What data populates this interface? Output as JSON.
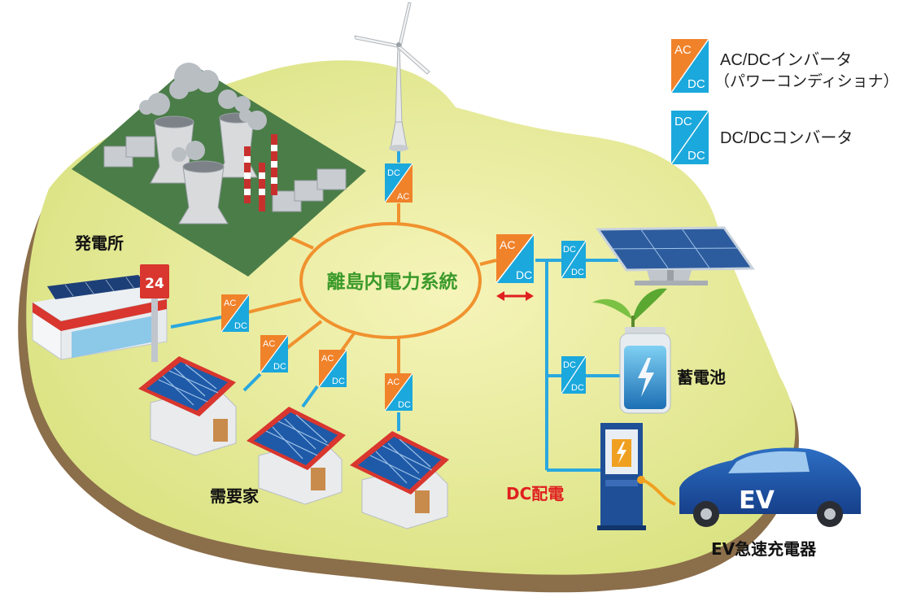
{
  "legend": {
    "inverter_title": "AC/DCインバータ",
    "inverter_sub": "（パワーコンディショナ）",
    "converter_title": "DC/DCコンバータ"
  },
  "badge": {
    "ac": "AC",
    "dc": "DC"
  },
  "labels": {
    "grid": "離島内電力系統",
    "power_plant": "発電所",
    "consumers": "需要家",
    "battery": "蓄電池",
    "dc_distribution": "DC配電",
    "ev_charger": "EV急速充電器",
    "ev": "EV",
    "store_sign": "24"
  },
  "colors": {
    "ac_orange": "#f0822a",
    "dc_blue": "#1ba8dc",
    "ac_line": "#f0922e",
    "dc_line": "#2aa8df",
    "island": "#e6ea8f",
    "island_edge": "#8b6e4a",
    "grid_text": "#3a9a2a",
    "dc_text": "#e02020"
  }
}
